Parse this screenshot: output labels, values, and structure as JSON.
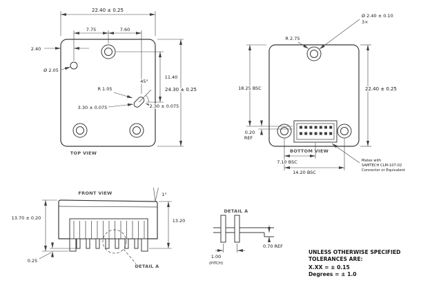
{
  "top_view": {
    "label": "TOP VIEW",
    "width": "22.40 ± 0.25",
    "height": "24.30 ± 0.25",
    "dim_7_75": "7.75",
    "dim_7_60": "7.60",
    "dim_2_40": "2.40",
    "hole_dia": "Ø 2.05",
    "dim_11_40": "11.40",
    "slot_radius": "R 1.05",
    "slot_length": "3.30 ± 0.075",
    "slot_width": "2.30 ± 0.075",
    "slot_angle": "45°"
  },
  "bottom_view": {
    "label": "BOTTOM VIEW",
    "corner_radius": "R 2.75",
    "hole_dia": "Ø 2.40 ± 0.10",
    "hole_qty": "3×",
    "dim_18_25": "18.25 BSC",
    "height": "22.40 ± 0.25",
    "dim_0_20": "0.20",
    "dim_0_20_ref": "REF",
    "dim_7_10": "7.10 BSC",
    "dim_14_20": "14.20 BSC",
    "note_line1": "Mates with",
    "note_line2": "SAMTECH CLM-107-02",
    "note_line3": "Connector or Equivalent"
  },
  "front_view": {
    "label": "FRONT VIEW",
    "draft_angle": "1°",
    "height_left": "13.70 ± 0.20",
    "height_right": "13.20",
    "standoff": "0.25",
    "detail_callout": "DETAIL A"
  },
  "detail_a": {
    "label": "DETAIL A",
    "pin_protrusion": "0.70 REF",
    "pitch_value": "1.00",
    "pitch_label": "(PITCH)"
  },
  "tolerances": {
    "line1": "UNLESS OTHERWISE SPECIFIED",
    "line2": "TOLERANCES ARE:",
    "line3": "X.XX = ± 0.15",
    "line4": "Degrees = ± 1.0"
  }
}
